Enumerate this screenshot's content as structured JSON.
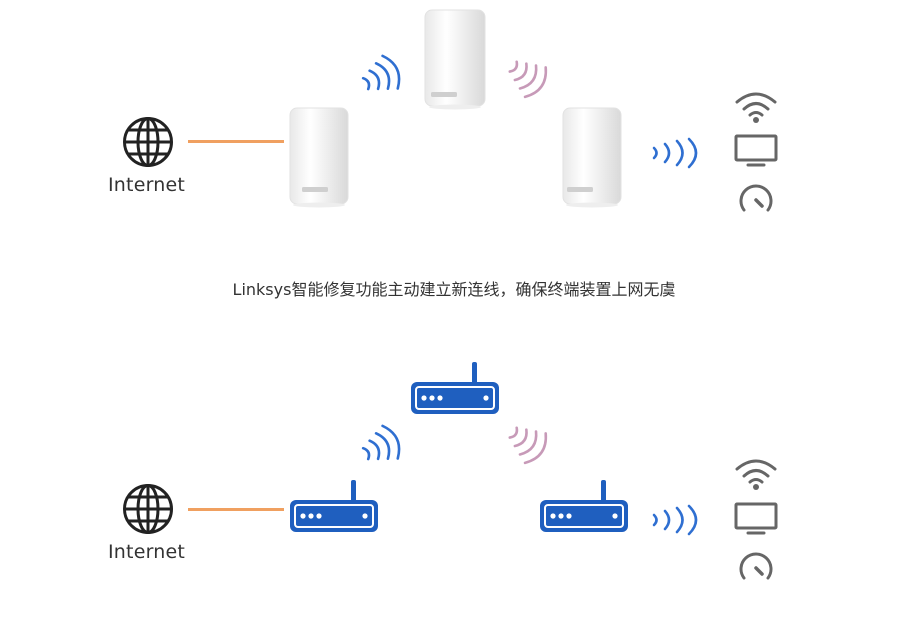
{
  "top_diagram": {
    "internet_label": "Internet"
  },
  "caption": "Linksys智能修复功能主动建立新连线，确保终端装置上网无虞",
  "bottom_diagram": {
    "internet_label": "Internet"
  },
  "colors": {
    "cable": "#f0a060",
    "wave_blue": "#2f6fd1",
    "wave_pink": "#c79ab8",
    "router_blue": "#1f5fbf",
    "device_gray": "#666666"
  },
  "icons": [
    "globe-icon",
    "wifi-icon",
    "monitor-icon",
    "gauge-icon",
    "mesh-node-icon",
    "router-icon"
  ]
}
